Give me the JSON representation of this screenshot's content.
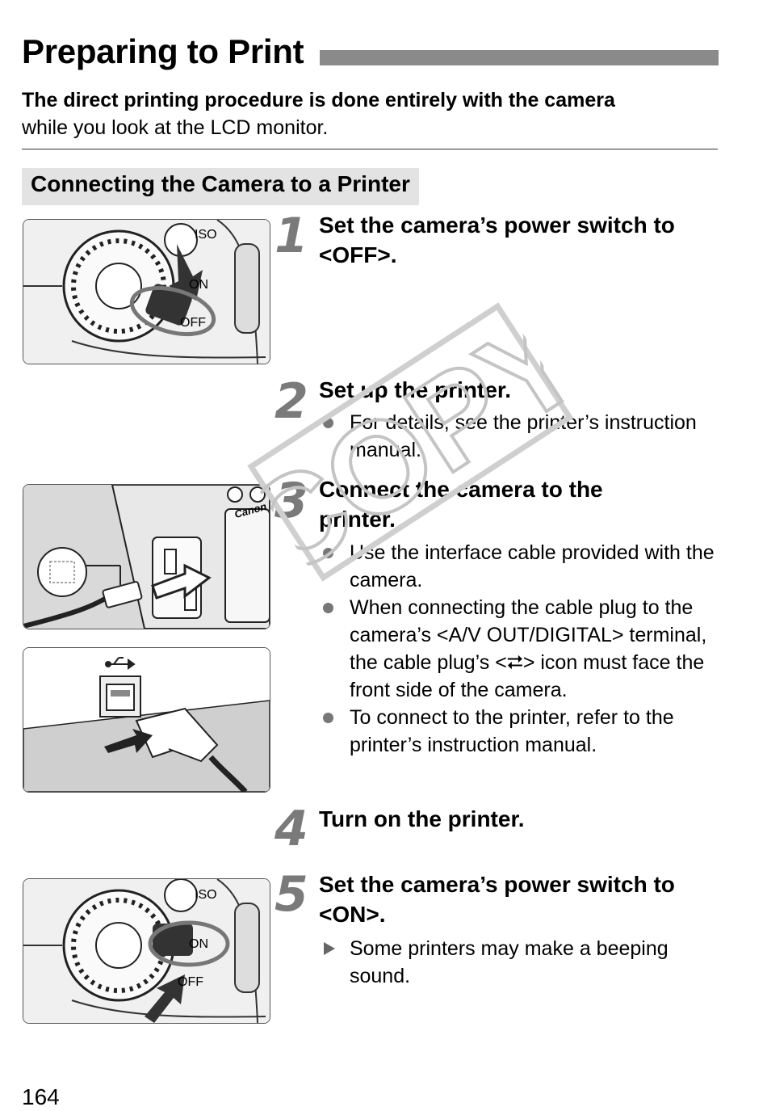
{
  "title": "Preparing to Print",
  "intro": {
    "bold": "The direct printing procedure is done entirely with the camera",
    "rest": "while you look at the LCD monitor."
  },
  "section": "Connecting the Camera to a Printer",
  "steps": [
    {
      "num": "1",
      "title": "Set the camera’s power switch to <OFF>."
    },
    {
      "num": "2",
      "title": "Set up the printer.",
      "bullets": [
        "For details, see the printer’s instruction manual."
      ]
    },
    {
      "num": "3",
      "title": "Connect the camera to the printer.",
      "bullets": [
        "Use the interface cable provided with the camera.",
        "When connecting the cable plug to the camera’s <A/V OUT/DIGITAL> terminal, the cable plug’s <⮂> icon must face the front side of the camera.",
        "To connect to the printer, refer to the printer’s instruction manual."
      ]
    },
    {
      "num": "4",
      "title": "Turn on the printer."
    },
    {
      "num": "5",
      "title": "Set the camera’s power switch to <ON>.",
      "result": "Some printers may make a beeping sound."
    }
  ],
  "illustrations": {
    "dial_labels": {
      "iso": "ISO",
      "on": "ON",
      "off": "OFF"
    },
    "camera_brand": "Canon"
  },
  "watermark": "COPY",
  "page_number": "164"
}
